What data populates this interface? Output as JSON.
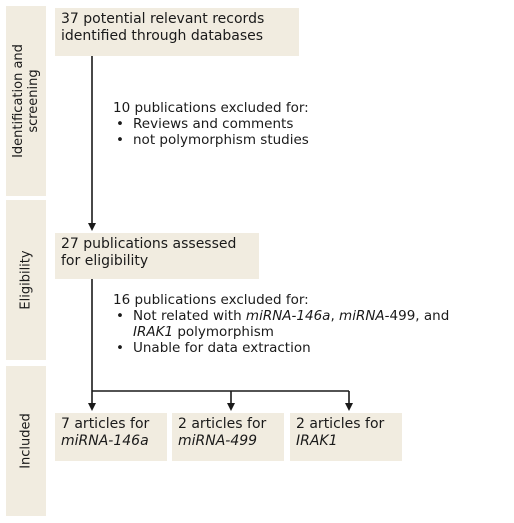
{
  "stages": {
    "identification": "Identification and screening",
    "eligibility": "Eligibility",
    "included": "Included"
  },
  "records": {
    "identified_line1": "37 potential relevant records",
    "identified_line2": "identified through databases",
    "assessed_line1": "27 publications assessed",
    "assessed_line2": "for eligibility"
  },
  "exclusion_1": {
    "heading": "10 publications excluded for:",
    "reasons": [
      "Reviews and comments",
      "not polymorphism studies"
    ]
  },
  "exclusion_2": {
    "heading": "16 publications excluded for:",
    "reason1_pre": "Not related with ",
    "reason1_gene1": "miRNA-146a",
    "reason1_sep": ", ",
    "reason1_gene2": "miRNA",
    "reason1_gene2_suffix": "-499, and",
    "reason1_gene3": "IRAK1",
    "reason1_post": " polymorphism",
    "reason2": "Unable for data extraction"
  },
  "included": [
    {
      "line1": "7 articles for",
      "gene": "miRNA-146a"
    },
    {
      "line1": "2 articles for",
      "gene": "miRNA-499"
    },
    {
      "line1": "2 articles for",
      "gene": "IRAK1"
    }
  ]
}
